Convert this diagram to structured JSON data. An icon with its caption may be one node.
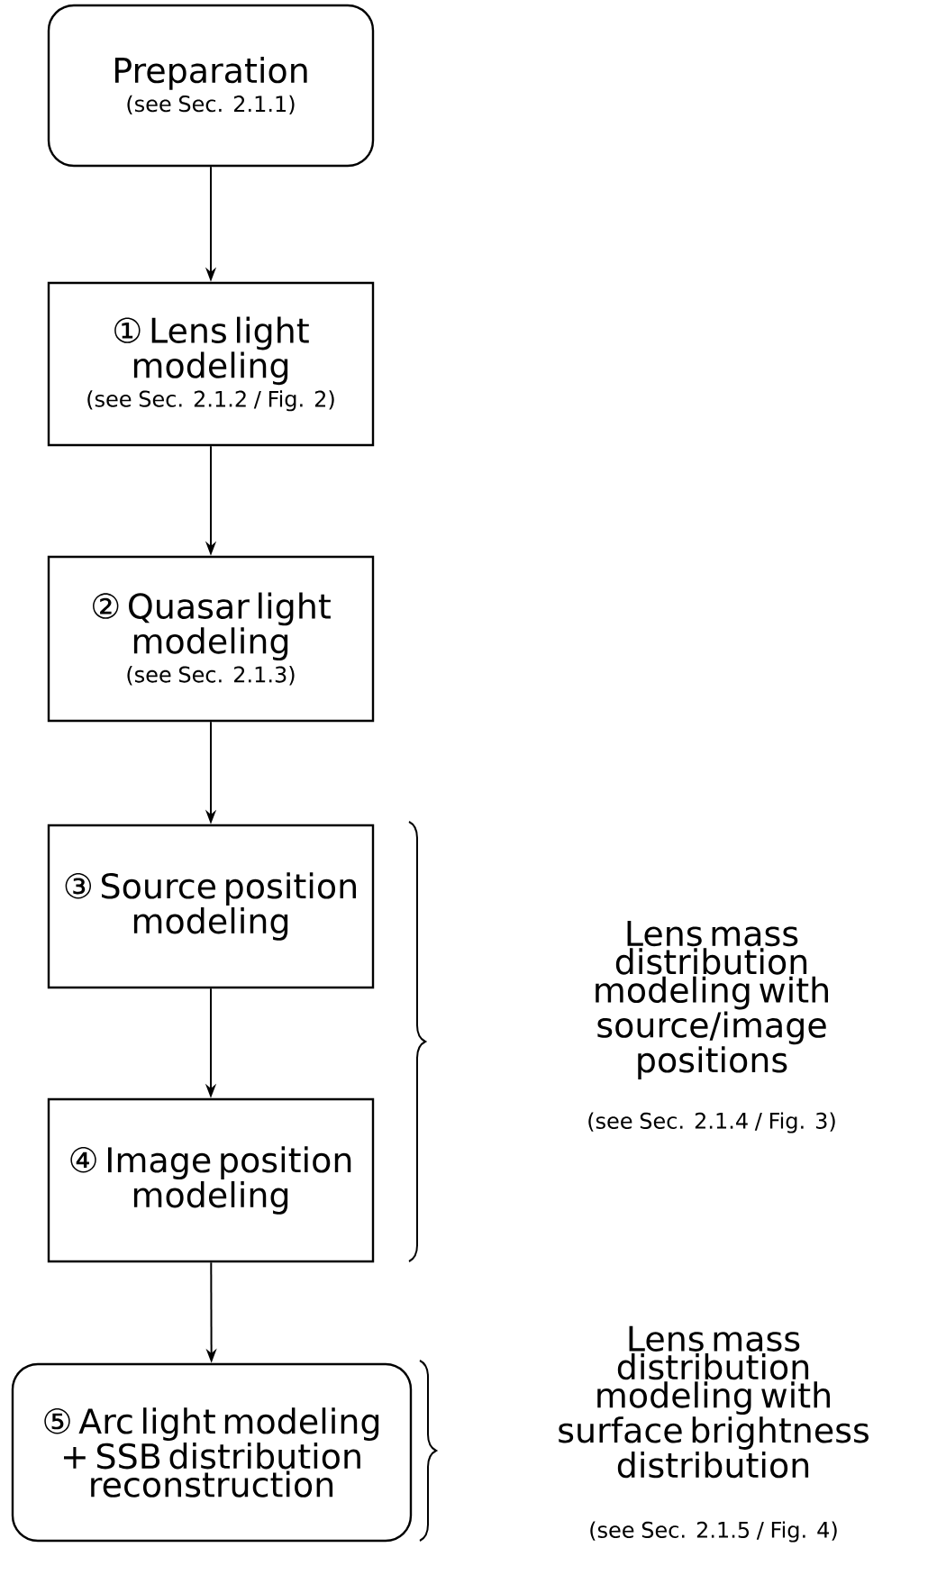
{
  "diagram": {
    "nodes": [
      {
        "text": [
          "Preparation",
          "(see Sec. 2.1.1)"
        ]
      },
      {
        "text": [
          "① Lens light modeling",
          "(see Sec. 2.1.2 / Fig. 2)"
        ]
      },
      {
        "text": [
          "② Quasar light modeling",
          "(see Sec. 2.1.3)"
        ]
      },
      {
        "text": [
          "③ Source position modeling"
        ]
      },
      {
        "text": [
          "④ Image position modeling"
        ]
      },
      {
        "text": [
          "⑤ Arc light modeling + SSB distribution reconstruction"
        ]
      }
    ],
    "edges": [
      {
        "from": 0,
        "to": 1,
        "arrow": "to"
      },
      {
        "from": 1,
        "to": 2,
        "arrow": "to"
      },
      {
        "from": 2,
        "to": 3,
        "arrow": "to"
      },
      {
        "from": 3,
        "to": 4,
        "arrow": "to"
      },
      {
        "from": 4,
        "to": 5,
        "arrow": "to"
      }
    ],
    "labels": [
      "Lens mass distribution modeling with source/image positions",
      "(see Sec. 2.1.4 / Fig. 3)",
      "Lens mass distribution modeling with surface brightness distribution",
      "(see Sec. 2.1.5 / Fig. 4)"
    ]
  }
}
